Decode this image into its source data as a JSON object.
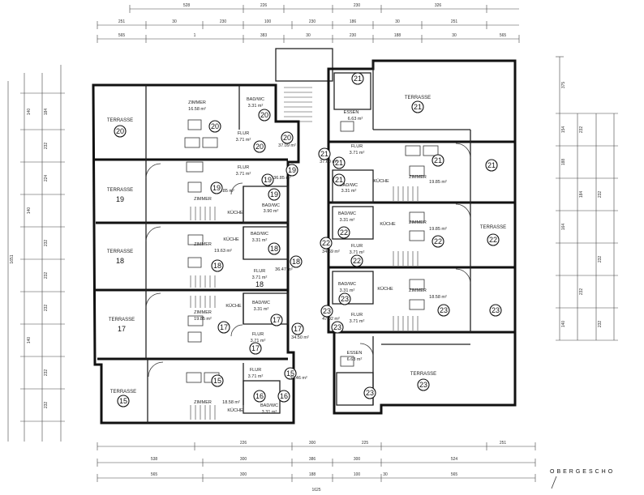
{
  "sheet": {
    "title": "OBERGESCHO"
  },
  "dimensions": {
    "top_row1": [
      "528",
      "226",
      "230",
      "326"
    ],
    "top_row2": [
      "251",
      "30",
      "230",
      "100",
      "230",
      "186",
      "30",
      "251"
    ],
    "top_row3": [
      "565",
      "1",
      "383",
      "30",
      "230",
      "188",
      "30",
      "565"
    ],
    "bottom_row1": [
      "226",
      "300",
      "225",
      "251"
    ],
    "bottom_row2": [
      "538",
      "300",
      "386",
      "300",
      "524"
    ],
    "bottom_row3": [
      "565",
      "300",
      "188",
      "100",
      "30",
      "565"
    ],
    "left_col": [
      "140",
      "184",
      "232",
      "224",
      "140",
      "232",
      "232",
      "232",
      "140",
      "232",
      "232"
    ],
    "right_col": [
      "375",
      "154",
      "232",
      "188",
      "184",
      "232",
      "164",
      "232",
      "232",
      "140",
      "232"
    ],
    "overall": [
      "1625",
      "1651"
    ]
  },
  "units_left": [
    {
      "id": "20",
      "terrace": "TERRASSE",
      "terrace_no": "20",
      "room": "ZIMMER",
      "room_area": "16.58 m²",
      "bath": "BAD/WC",
      "bath_area": "3.31 m²",
      "hall": "FLUR",
      "hall_area": "3.71 m²",
      "total": "37.09 m²"
    },
    {
      "id": "19",
      "terrace": "TERRASSE",
      "terrace_no": "19",
      "room": "ZIMMER",
      "room_area": "19.85 m²",
      "bath": "BAD/WC",
      "bath_area": "3.90 m²",
      "hall": "FLUR",
      "hall_area": "3.71 m²",
      "kitchen": "KÜCHE",
      "total": "36.85 m²"
    },
    {
      "id": "18",
      "terrace": "TERRASSE",
      "terrace_no": "18",
      "room": "ZIMMER",
      "room_area": "19.63 m²",
      "bath": "BAD/WC",
      "bath_area": "3.31 m²",
      "hall": "FLUR",
      "hall_area": "3.71 m²",
      "kitchen": "KÜCHE",
      "total": "36.47 m²"
    },
    {
      "id": "17",
      "terrace": "TERRASSE",
      "terrace_no": "17",
      "room": "ZIMMER",
      "room_area": "19.85 m²",
      "bath": "BAD/WC",
      "bath_area": "3.31 m²",
      "hall": "FLUR",
      "hall_area": "3.71 m²",
      "kitchen": "KÜCHE",
      "total": "34.50 m²"
    },
    {
      "id": "15",
      "terrace": "TERRASSE",
      "terrace_no": "15",
      "room": "ZIMMER",
      "room_area": "18.58 m²",
      "bath": "BAD/WC",
      "bath_area": "3.31 m²",
      "hall": "FLUR",
      "hall_area": "3.71 m²",
      "kitchen": "KÜCHE",
      "total": "39.46 m²",
      "extra_no": "16"
    }
  ],
  "units_right": [
    {
      "id": "21",
      "terrace": "TERRASSE",
      "terrace_no": "21",
      "room": "ZIMMER",
      "room_area": "19.85 m²",
      "bath": "BAD/WC",
      "bath_area": "3.31 m²",
      "hall": "FLUR",
      "hall_area": "3.71 m²",
      "kitchen": "KÜCHE",
      "dining": "ESSEN",
      "dining_area": "6.63 m²",
      "total": "37.60 m²"
    },
    {
      "id": "22",
      "terrace": "TERRASSE",
      "terrace_no": "22",
      "room": "ZIMMER",
      "room_area": "19.85 m²",
      "bath": "BAD/WC",
      "bath_area": "3.31 m²",
      "hall": "FLUR",
      "hall_area": "3.71 m²",
      "kitchen": "KÜCHE",
      "total": "34.69 m²"
    },
    {
      "id": "23",
      "terrace": "TERRASSE",
      "terrace_no": "23",
      "room": "ZIMMER",
      "room_area": "18.58 m²",
      "bath": "BAD/WC",
      "bath_area": "3.31 m²",
      "hall": "FLUR",
      "hall_area": "3.71 m²",
      "kitchen": "KÜCHE",
      "dining": "ESSEN",
      "dining_area": "6.63 m²",
      "total": "47.02 m²"
    }
  ]
}
